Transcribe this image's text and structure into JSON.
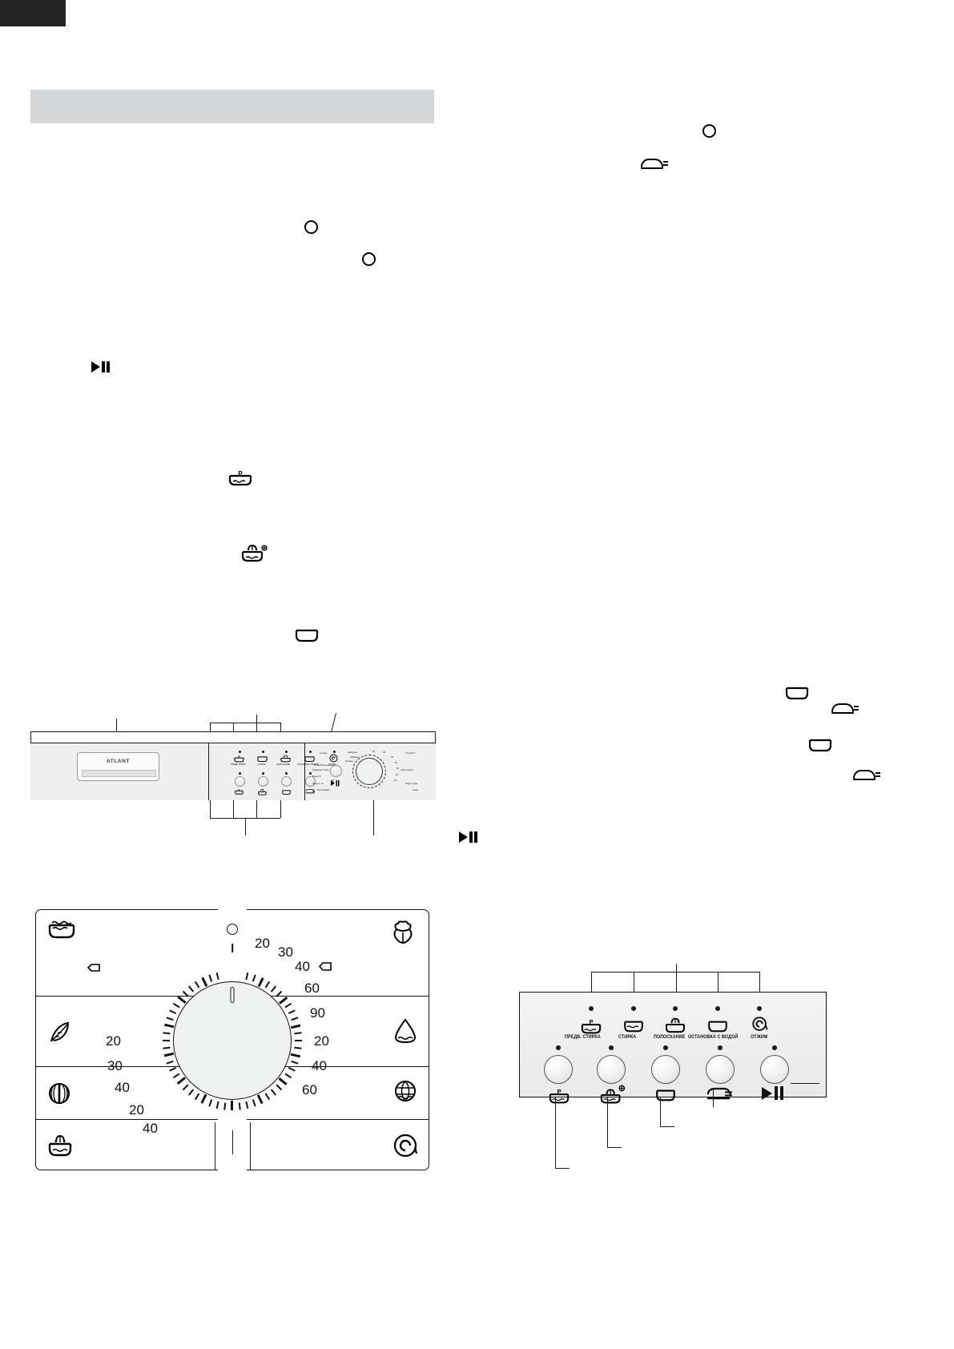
{
  "page": {
    "corner_block": "",
    "heading_bar": ""
  },
  "symbols": {
    "circle_1": "circle-icon",
    "circle_2": "circle-icon",
    "circle_3": "circle-icon",
    "iron_1": "iron-icon",
    "iron_2": "iron-icon",
    "iron_3": "iron-icon",
    "playpause_1": "play-pause-icon",
    "playpause_2": "play-pause-icon",
    "prewash": "prewash-tub-icon",
    "rinse": "rinse-tub-icon",
    "stopwater": "stop-with-water-tub-icon",
    "tub_1": "tub-icon",
    "tub_2": "tub-icon"
  },
  "figure_top": {
    "brand_logo": "ATLANT",
    "indicators": [
      {
        "icon": "prewash-tub-icon",
        "label": "ПРЕДВ.СТИРКА"
      },
      {
        "icon": "tub-icon",
        "label": "СТИРКА"
      },
      {
        "icon": "rinse-tub-icon",
        "label": "ПОЛОСКАНИЕ"
      },
      {
        "icon": "stop-water-tub-icon",
        "label": "ОСТАНОВКА С ВОДОЙ"
      },
      {
        "icon": "spin-icon",
        "label": "ОТЖИМ"
      }
    ],
    "buttons": [
      {
        "icon": "prewash-tub-icon"
      },
      {
        "icon": "rinse-tub-icon"
      },
      {
        "icon": "tub-icon"
      },
      {
        "icon": "iron-icon"
      }
    ],
    "start_button": {
      "icon": "play-pause-icon"
    },
    "program_dial": {
      "labels_left": [
        "Стирка",
        "Отжим/Полоскание",
        "Удаление пятен",
        "Белье°C",
        "Шерсть °C",
        "Полоскание"
      ],
      "labels_right": [
        "Хлопок°C",
        "Синтетика°C",
        "Обув. Одеж.",
        "Отжим"
      ],
      "temps_top": [
        "20",
        "30",
        "40",
        "60"
      ],
      "temps_right": [
        "90",
        "20",
        "40",
        "60"
      ],
      "temps_bottom": [
        "20",
        "40"
      ],
      "extra": [
        "Экспресс",
        "Рубашки",
        "Ручная",
        "Слив"
      ]
    }
  },
  "figure_dial": {
    "cells_left": [
      {
        "icon": "tub-icon",
        "sub_icon": "delicate-bar-icon"
      },
      {
        "icon": "leaf-icon"
      },
      {
        "icon": "wool-ball-icon"
      },
      {
        "icon": "rinse-basket-icon"
      }
    ],
    "cells_right": [
      {
        "icon": "cotton-flower-icon"
      },
      {
        "icon": "synthetic-flask-icon"
      },
      {
        "icon": "wool-sweater-icon"
      },
      {
        "icon": "spiral-spin-icon"
      }
    ],
    "scale_top_right": [
      "20",
      "30",
      "40",
      "60",
      "90"
    ],
    "scale_right": [
      "20",
      "40",
      "60"
    ],
    "scale_left": [
      "20",
      "30",
      "40"
    ],
    "scale_bottom_left": [
      "20",
      "40"
    ],
    "marker_dot": "reference-dot"
  },
  "figure_bottom_right": {
    "indicators": [
      {
        "icon": "prewash-tub-icon",
        "label": "ПРЕДВ. СТИРКА"
      },
      {
        "icon": "tub-icon",
        "label": "СТИРКА"
      },
      {
        "icon": "rinse-tub-icon",
        "label": "ПОЛОСКАНИЕ"
      },
      {
        "icon": "stop-water-tub-icon",
        "label": "ОСТАНОВКА С ВОДОЙ"
      },
      {
        "icon": "spin-spiral-icon",
        "label": "ОТЖИМ"
      }
    ],
    "buttons": [
      {
        "icon": "prewash-tub-icon"
      },
      {
        "icon": "rinse-spray-tub-icon"
      },
      {
        "icon": "plain-tub-icon"
      },
      {
        "icon": "iron-icon"
      },
      {
        "icon": "play-pause-icon"
      }
    ]
  }
}
